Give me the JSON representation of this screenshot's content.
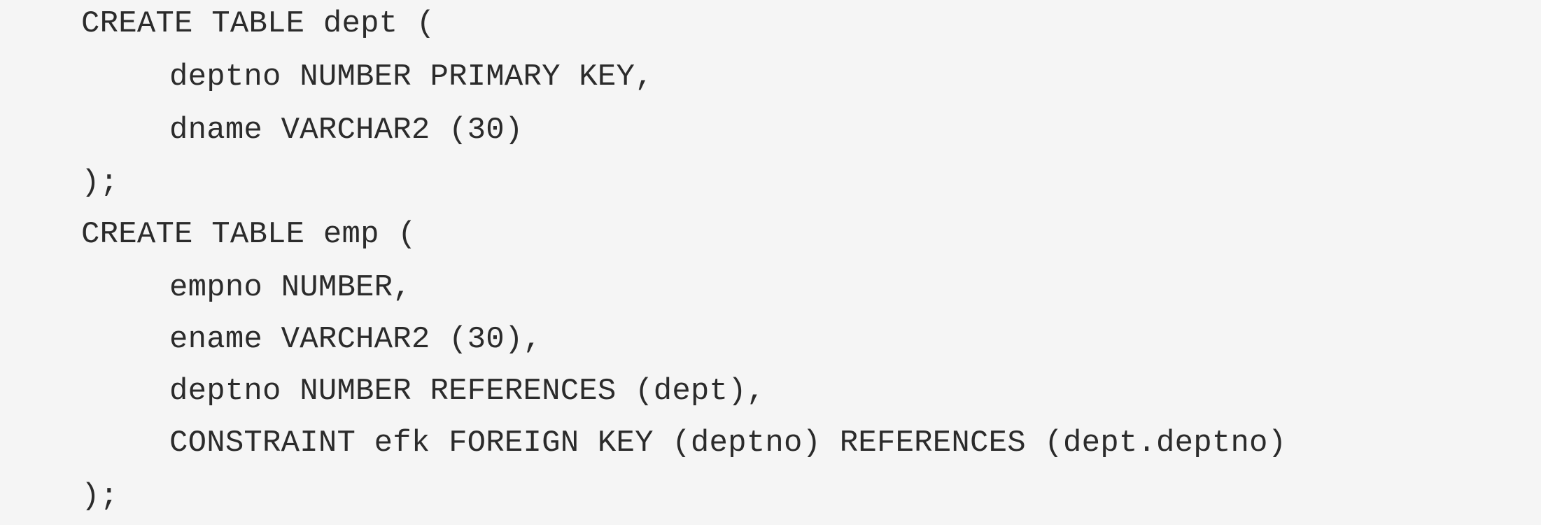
{
  "document": {
    "code_lines": [
      "CREATE TABLE dept (",
      "deptno NUMBER PRIMARY KEY,",
      "dname VARCHAR2 (30)",
      ");",
      "CREATE TABLE emp (",
      "empno NUMBER,",
      "ename VARCHAR2 (30),",
      "deptno NUMBER REFERENCES (dept),",
      "CONSTRAINT efk FOREIGN KEY (deptno) REFERENCES (dept.deptno)",
      ");"
    ]
  }
}
